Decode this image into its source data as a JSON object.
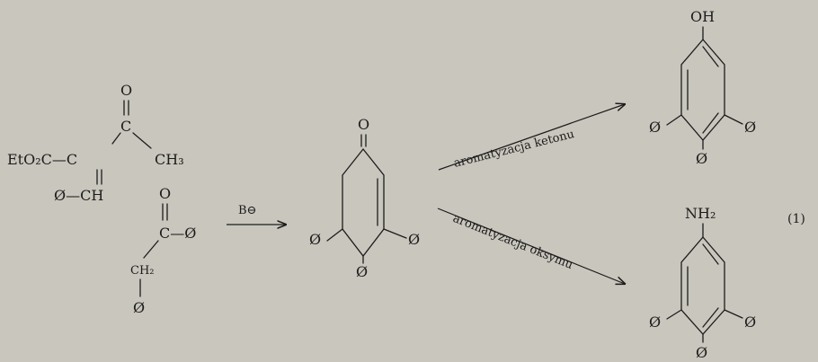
{
  "diagram": {
    "reactant": {
      "carbonyl_o": "O",
      "keto_c": "C",
      "ester_group": "EtO₂C—C",
      "methyl": "CH₃",
      "vinyl": "Ø—CH",
      "ketone_o": "O",
      "ketone_c": "C—Ø",
      "methylene": "CH₂",
      "benzyl_ph": "Ø"
    },
    "reagent": "B⊖",
    "intermediate": {
      "oxygen": "O",
      "ph_left": "Ø",
      "ph_right": "Ø",
      "ph_bottom": "Ø"
    },
    "upper_path": {
      "label": "aromatyzacja ketonu",
      "substituent_top": "OH",
      "ph_left": "Ø",
      "ph_right": "Ø",
      "ph_bottom": "Ø"
    },
    "lower_path": {
      "label": "aromatyzacja oksymu",
      "substituent_top": "NH₂",
      "ph_left": "Ø",
      "ph_right": "Ø",
      "ph_bottom": "Ø"
    },
    "equation_number": "(1)"
  }
}
